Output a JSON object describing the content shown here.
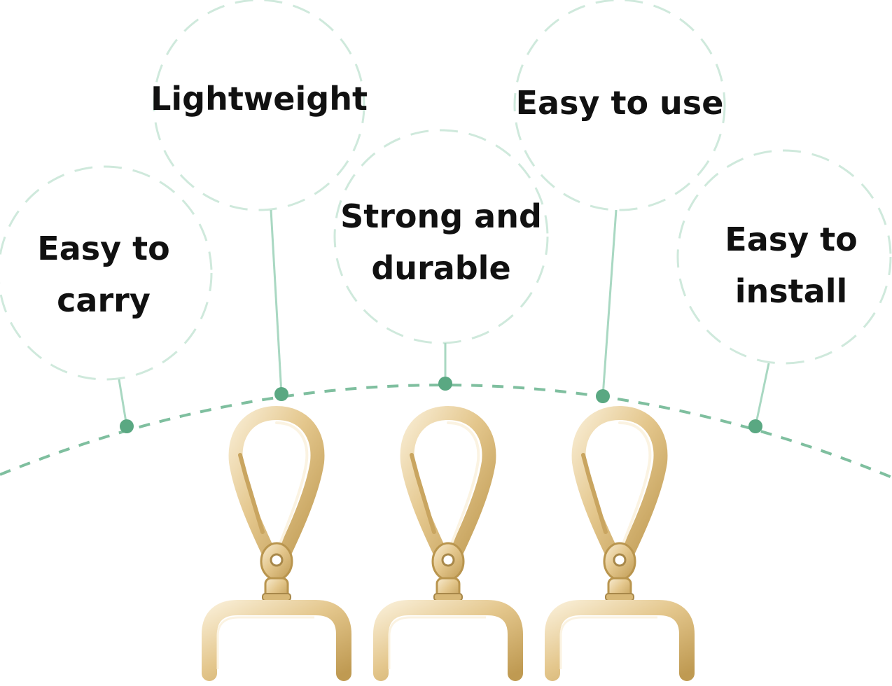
{
  "features": [
    {
      "id": "carry",
      "lines": [
        "Easy to",
        "carry"
      ]
    },
    {
      "id": "lightweight",
      "lines": [
        "Lightweight"
      ]
    },
    {
      "id": "durable",
      "lines": [
        "Strong and",
        "durable"
      ]
    },
    {
      "id": "easy-use",
      "lines": [
        "Easy to use"
      ]
    },
    {
      "id": "install",
      "lines": [
        "Easy to",
        "install"
      ]
    }
  ],
  "colors": {
    "circle_dash": "#cfe9dc",
    "connector": "#a9d8c2",
    "dot": "#5aa882",
    "arc_dash": "#7fbf9f",
    "gold": "#e2c58a",
    "gold_dark": "#b9954e",
    "gold_light": "#f7ead0"
  },
  "product": {
    "count": 3,
    "icon": "gold-swivel-snap-hook"
  }
}
